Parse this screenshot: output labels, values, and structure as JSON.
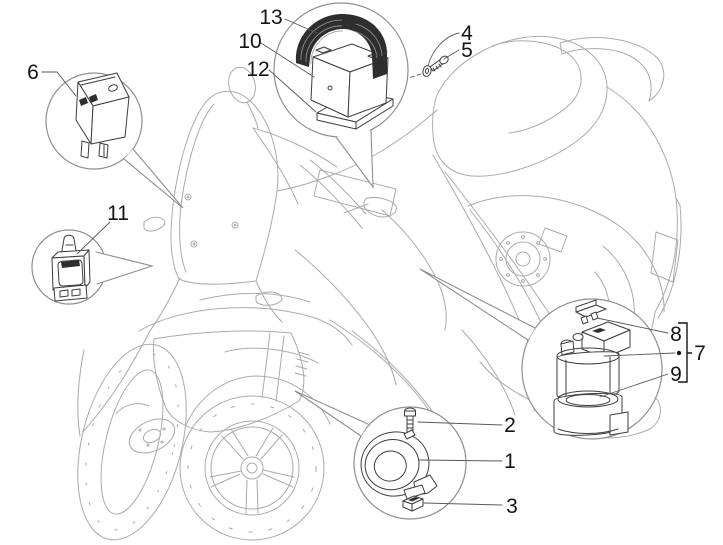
{
  "figure": {
    "background_color": "#ffffff",
    "sketch_line_color": "#ababab",
    "part_line_color": "#3d3d3d",
    "part_dark_color": "#2e2e2e",
    "balloon_line_color": "#8f8f8f",
    "leader_line_color": "#5a5a5a",
    "callout_text_color": "#141414"
  },
  "callouts": {
    "c1": {
      "label": "1"
    },
    "c2": {
      "label": "2"
    },
    "c3": {
      "label": "3"
    },
    "c4": {
      "label": "4"
    },
    "c5": {
      "label": "5"
    },
    "c6": {
      "label": "6"
    },
    "c7": {
      "label": "7"
    },
    "c8": {
      "label": "8"
    },
    "c9": {
      "label": "9"
    },
    "c10": {
      "label": "10"
    },
    "c11": {
      "label": "11"
    },
    "c12": {
      "label": "12"
    },
    "c13": {
      "label": "13"
    }
  },
  "balloons": [
    {
      "part": "relay-icon",
      "callout_labels": [
        "6"
      ]
    },
    {
      "part": "battery-with-strap-and-tray-icon",
      "callout_labels": [
        "13",
        "10",
        "12"
      ]
    },
    {
      "part": "switch-sensor-icon",
      "callout_labels": [
        "11"
      ]
    },
    {
      "part": "horn-with-bolt-and-clip-icon",
      "callout_labels": [
        "2",
        "1",
        "3"
      ]
    },
    {
      "part": "starter-relay-with-fuse-and-rubber-mount-icon",
      "callout_labels": [
        "8",
        "7",
        "9"
      ]
    }
  ],
  "loose_parts": [
    {
      "part": "screw-and-washer-icon",
      "callout_labels": [
        "4",
        "5"
      ]
    }
  ]
}
